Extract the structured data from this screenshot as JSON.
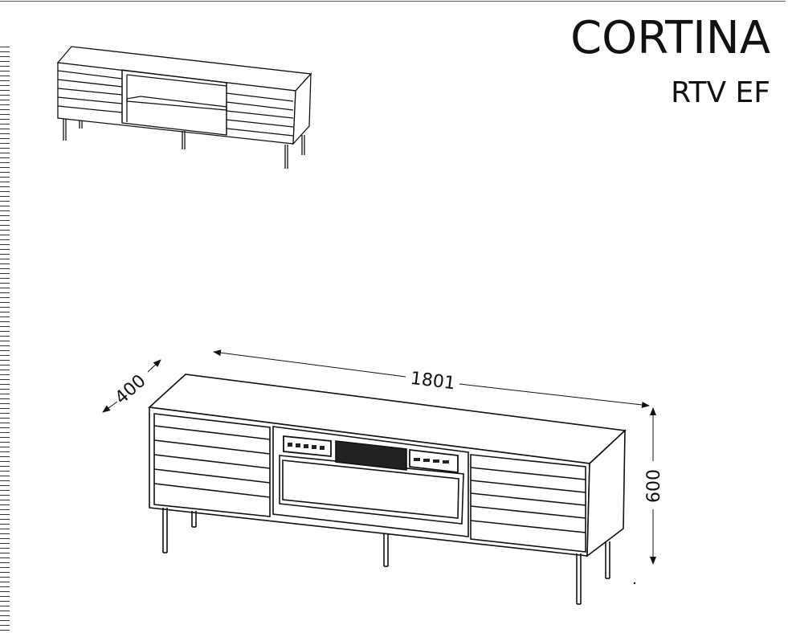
{
  "title": "CORTINA",
  "subtitle": "RTV EF",
  "dimensions": {
    "width": "1801",
    "depth": "400",
    "height": "600"
  },
  "icons": {
    "small_view": "tv-cabinet-isometric-icon",
    "main_view": "tv-cabinet-front-icon"
  }
}
